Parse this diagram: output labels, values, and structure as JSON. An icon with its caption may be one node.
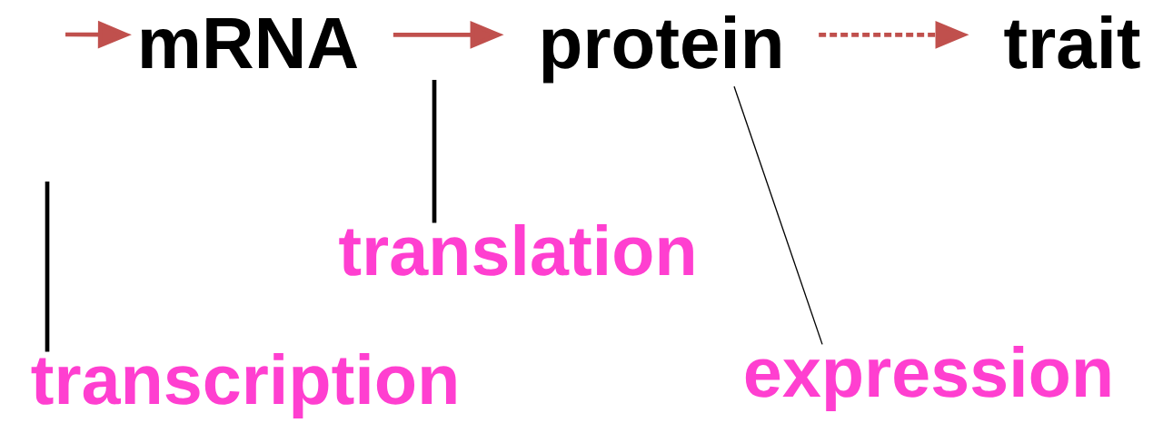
{
  "diagram": {
    "nodes": [
      {
        "text": [
          "mRNA"
        ]
      },
      {
        "text": [
          "protein"
        ]
      },
      {
        "text": [
          "trait"
        ]
      },
      {
        "text": [
          "transcription"
        ]
      },
      {
        "text": [
          "translation"
        ]
      },
      {
        "text": [
          "expression"
        ]
      }
    ],
    "edges": [
      {
        "from": null,
        "to": 0,
        "arrow": "to",
        "color": "#c0504d"
      },
      {
        "from": 0,
        "to": 1,
        "arrow": "to",
        "color": "#c0504d"
      },
      {
        "from": 1,
        "to": 2,
        "arrow": "to",
        "style": "dashed",
        "color": "#c0504d"
      },
      {
        "from": 3,
        "to": null,
        "arrow": "none",
        "color": "#000000"
      },
      {
        "from": 4,
        "to": null,
        "arrow": "none",
        "color": "#000000"
      },
      {
        "from": 5,
        "to": 1,
        "arrow": "none",
        "color": "#000000"
      }
    ]
  }
}
